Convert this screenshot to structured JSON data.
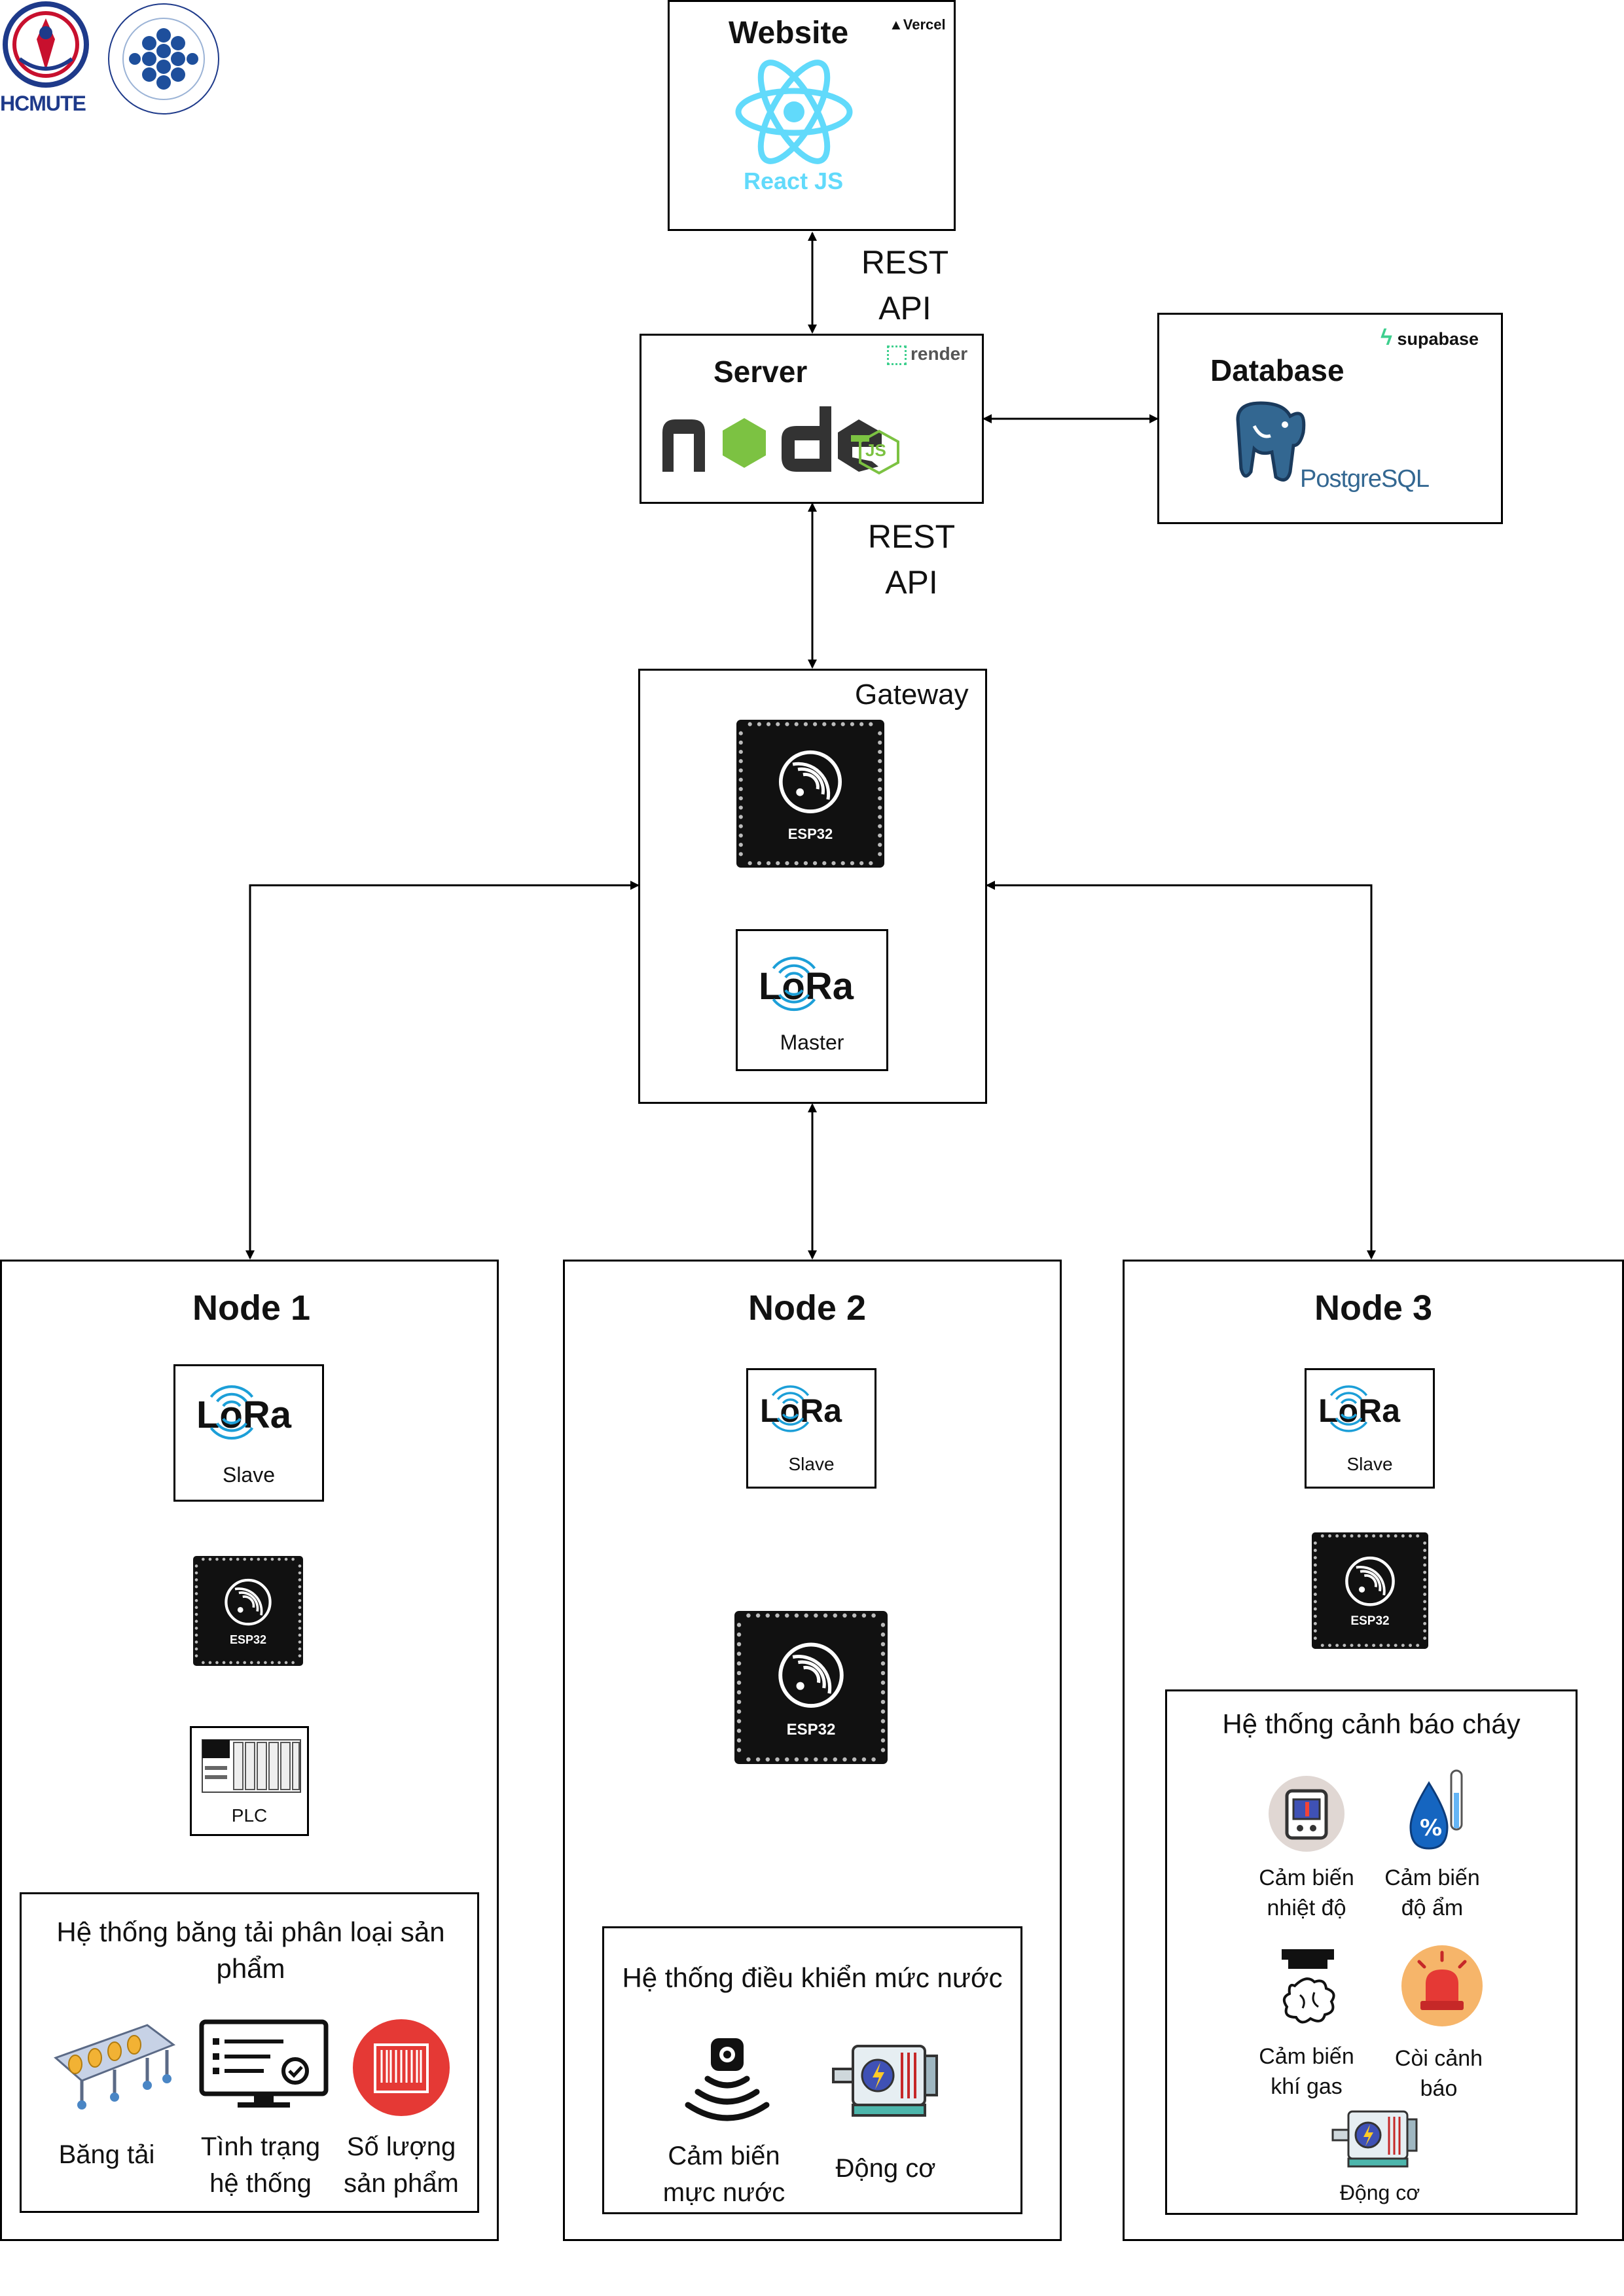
{
  "logos": {
    "hcmute": "HCMUTE"
  },
  "website": {
    "title": "Website",
    "host": "Vercel",
    "framework": "React JS"
  },
  "links": {
    "web_server": [
      "REST",
      "API"
    ],
    "server_gateway": [
      "REST",
      "API"
    ]
  },
  "server": {
    "title": "Server",
    "host": "render",
    "runtime_logo": "node",
    "runtime_badge": "JS"
  },
  "database": {
    "title": "Database",
    "host": "supabase",
    "engine": "PostgreSQL"
  },
  "gateway": {
    "title": "Gateway",
    "mcu_label": "ESP32",
    "lora": "LoRa",
    "lora_role": "Master"
  },
  "node1": {
    "title": "Node 1",
    "lora": "LoRa",
    "lora_role": "Slave",
    "mcu_label": "ESP32",
    "plc_label": "PLC",
    "system_title": "Hệ thống băng tải phân loại sản phẩm",
    "items": [
      {
        "label": "Băng tải",
        "icon": "conveyor-icon"
      },
      {
        "label": "Tình trạng hệ thống",
        "icon": "monitor-icon"
      },
      {
        "label": "Số lượng sản phẩm",
        "icon": "barcode-icon"
      }
    ]
  },
  "node2": {
    "title": "Node 2",
    "lora": "LoRa",
    "lora_role": "Slave",
    "mcu_label": "ESP32",
    "system_title": "Hệ thống điều khiển mức nước",
    "items": [
      {
        "label": "Cảm biến mực nước",
        "icon": "level-sensor-icon"
      },
      {
        "label": "Động cơ",
        "icon": "motor-icon"
      }
    ]
  },
  "node3": {
    "title": "Node 3",
    "lora": "LoRa",
    "lora_role": "Slave",
    "mcu_label": "ESP32",
    "system_title": "Hệ thống cảnh báo cháy",
    "items": [
      {
        "label": "Cảm biến nhiệt độ",
        "icon": "thermometer-icon"
      },
      {
        "label": "Cảm biến độ ẩm",
        "icon": "humidity-icon"
      },
      {
        "label": "Cảm biến khí gas",
        "icon": "gas-sensor-icon"
      },
      {
        "label": "Còi cảnh báo",
        "icon": "siren-icon"
      },
      {
        "label": "Động cơ",
        "icon": "motor-icon"
      }
    ]
  },
  "colors": {
    "react": "#61dafb",
    "node_green": "#7cc242",
    "node_dark": "#333333",
    "supabase": "#3ecf8e",
    "postgres": "#336791",
    "lora_blue": "#1c9fd8",
    "chip_black": "#111111"
  }
}
